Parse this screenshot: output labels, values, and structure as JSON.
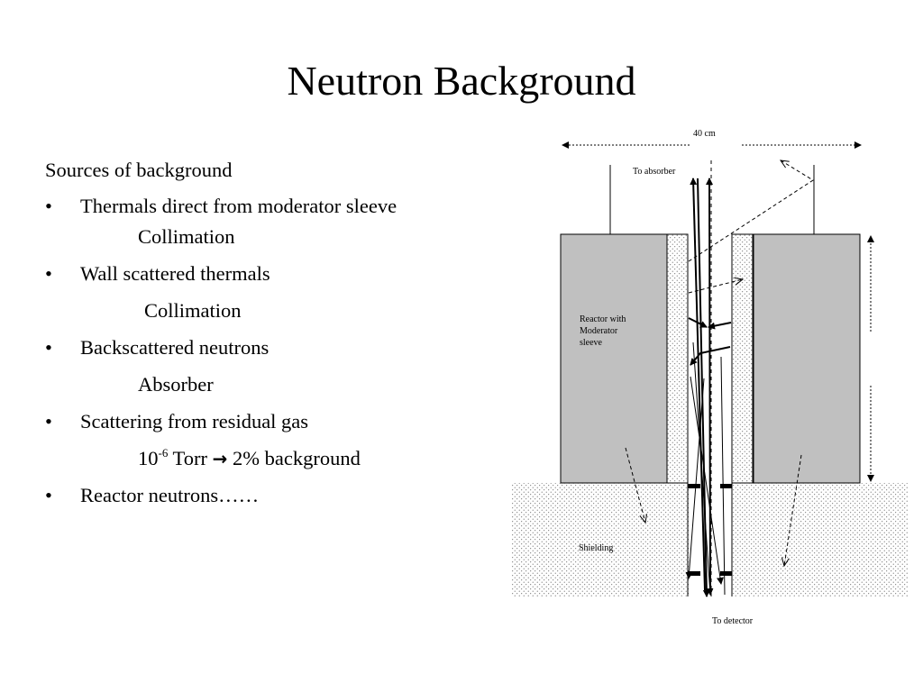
{
  "slide": {
    "title": "Neutron Background"
  },
  "text": {
    "heading": "Sources of background",
    "bullet_glyph": "•",
    "items": [
      {
        "label": "Thermals direct from moderator sleeve",
        "sub": "Collimation"
      },
      {
        "label": "Wall scattered thermals",
        "sub": "Collimation"
      },
      {
        "label": "Backscattered neutrons",
        "sub": "Absorber"
      },
      {
        "label": "Scattering from residual gas",
        "sub_prefix": "10",
        "sub_exp": "-6",
        "sub_mid": " Torr ",
        "sub_arrow": "→",
        "sub_suffix": " 2% background"
      },
      {
        "label": "Reactor neutrons……"
      }
    ]
  },
  "diagram": {
    "dimension_label": "40 cm",
    "to_absorber": "To absorber",
    "reactor_label": [
      "Reactor with",
      "Moderator",
      "sleeve"
    ],
    "shielding_label": "Shielding",
    "to_detector": "To detector",
    "colors": {
      "reactor_fill": "#c0c0c0",
      "sleeve_fill": "#ffffff",
      "shielding_fill": "#ffffff",
      "stroke": "#000000"
    }
  }
}
